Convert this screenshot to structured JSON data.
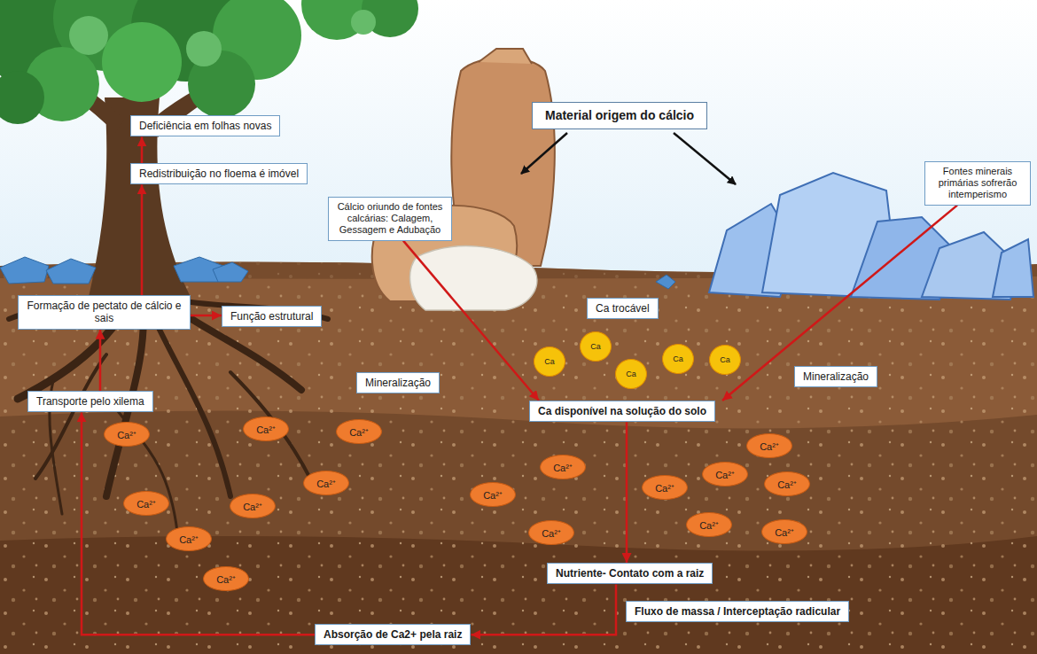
{
  "diagram": {
    "nodes": [
      {
        "text": [
          "Deficiência em folhas novas"
        ]
      },
      {
        "text": [
          "Redistribuição no floema é imóvel"
        ]
      },
      {
        "text": [
          "Material origem do cálcio"
        ]
      },
      {
        "text": [
          "Cálcio oriundo de fontes calcárias: Calagem, Gessagem e Adubação"
        ]
      },
      {
        "text": [
          "Fontes minerais primárias sofrerão intemperismo"
        ]
      },
      {
        "text": [
          "Formação de pectato de cálcio e sais"
        ]
      },
      {
        "text": [
          "Função estrutural"
        ]
      },
      {
        "text": [
          "Ca trocável"
        ]
      },
      {
        "text": [
          "Mineralização"
        ]
      },
      {
        "text": [
          "Mineralização"
        ]
      },
      {
        "text": [
          "Transporte pelo xilema"
        ]
      },
      {
        "text": [
          "Ca disponível na solução do solo"
        ]
      },
      {
        "text": [
          "Nutriente- Contato com a raiz"
        ]
      },
      {
        "text": [
          "Fluxo de massa / Interceptação radicular"
        ]
      },
      {
        "text": [
          "Absorção de Ca2+ pela raiz"
        ]
      },
      {
        "text": [
          "Ca"
        ]
      },
      {
        "text": [
          "Ca"
        ]
      },
      {
        "text": [
          "Ca"
        ]
      },
      {
        "text": [
          "Ca"
        ]
      },
      {
        "text": [
          "Ca"
        ]
      },
      {
        "text": [
          "Ca²⁺"
        ]
      },
      {
        "text": [
          "Ca²⁺"
        ]
      },
      {
        "text": [
          "Ca²⁺"
        ]
      },
      {
        "text": [
          "Ca²⁺"
        ]
      },
      {
        "text": [
          "Ca²⁺"
        ]
      },
      {
        "text": [
          "Ca²⁺"
        ]
      },
      {
        "text": [
          "Ca²⁺"
        ]
      },
      {
        "text": [
          "Ca²⁺"
        ]
      },
      {
        "text": [
          "Ca²⁺"
        ]
      },
      {
        "text": [
          "Ca²⁺"
        ]
      },
      {
        "text": [
          "Ca²⁺"
        ]
      },
      {
        "text": [
          "Ca²⁺"
        ]
      },
      {
        "text": [
          "Ca²⁺"
        ]
      },
      {
        "text": [
          "Ca²⁺"
        ]
      },
      {
        "text": [
          "Ca²⁺"
        ]
      },
      {
        "text": [
          "Ca²⁺"
        ]
      },
      {
        "text": [
          "Ca²⁺"
        ]
      }
    ],
    "edges": [
      {
        "from": 10,
        "to": 5,
        "arrow": "to"
      },
      {
        "from": 5,
        "to": 6,
        "arrow": "to"
      },
      {
        "from": 5,
        "to": 1,
        "arrow": "to"
      },
      {
        "from": 1,
        "to": 0,
        "arrow": "to"
      },
      {
        "from": 3,
        "to": 11,
        "arrow": "to"
      },
      {
        "from": 4,
        "to": 11,
        "arrow": "to"
      },
      {
        "from": 11,
        "to": 12,
        "arrow": "to"
      },
      {
        "from": 12,
        "to": 14,
        "arrow": "to"
      },
      {
        "from": 14,
        "to": 10,
        "arrow": "to"
      }
    ]
  }
}
